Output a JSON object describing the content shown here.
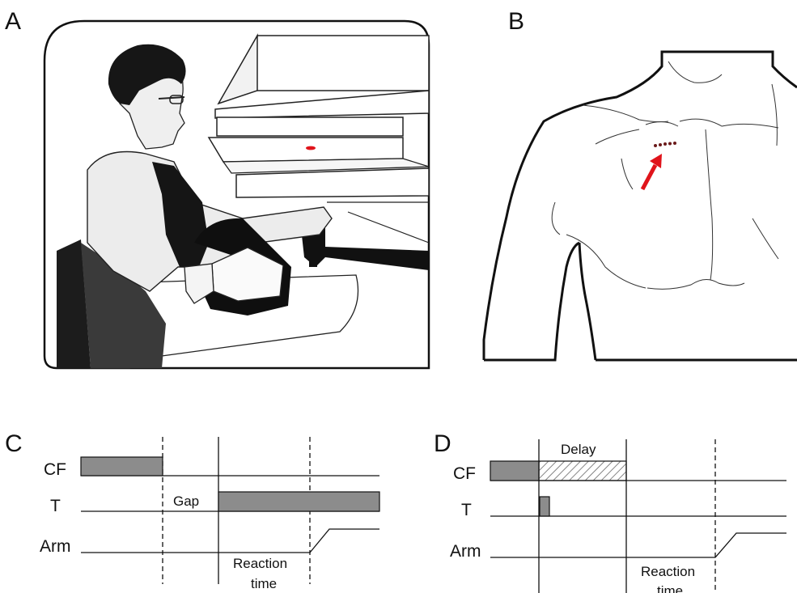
{
  "panels": {
    "a": {
      "letter": "A"
    },
    "b": {
      "letter": "B"
    },
    "c": {
      "letter": "C",
      "rows": {
        "cf": "CF",
        "t": "T",
        "arm": "Arm"
      },
      "gap_label": "Gap",
      "reaction_label_1": "Reaction",
      "reaction_label_2": "time"
    },
    "d": {
      "letter": "D",
      "rows": {
        "cf": "CF",
        "t": "T",
        "arm": "Arm"
      },
      "delay_label": "Delay",
      "reaction_label_1": "Reaction",
      "reaction_label_2": "time"
    }
  },
  "colors": {
    "bar_fill": "#8c8c8c",
    "marker": "#e0141b",
    "ink": "#111111"
  }
}
